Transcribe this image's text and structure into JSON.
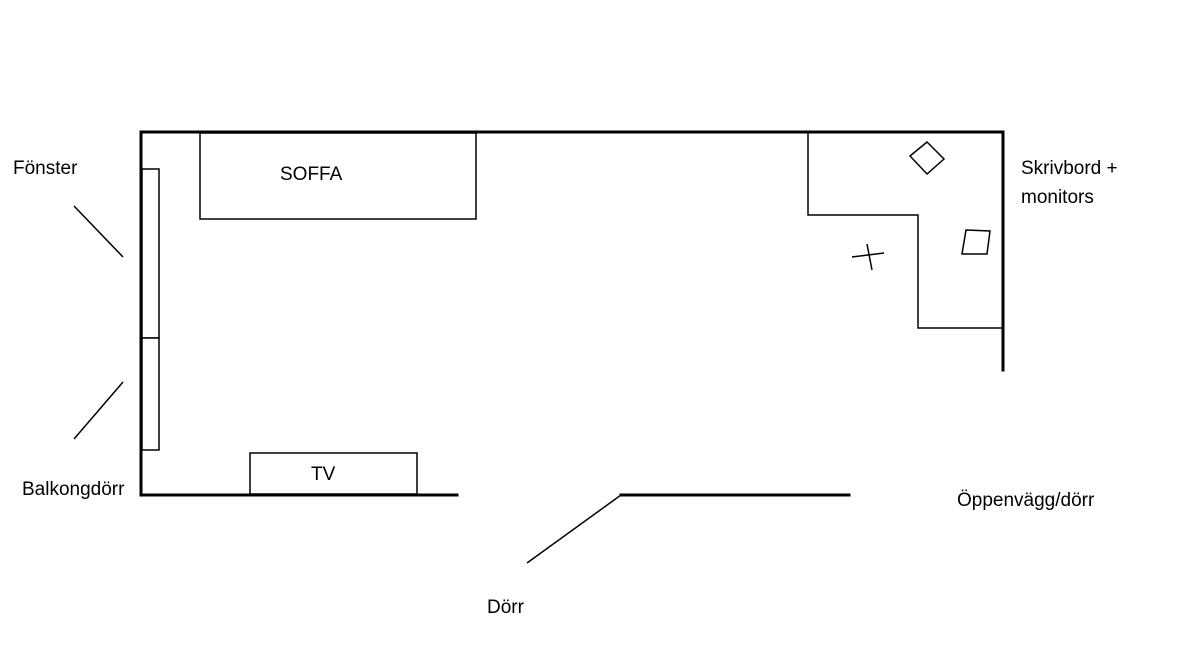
{
  "labels": {
    "window": "Fönster",
    "balcony_door": "Balkongdörr",
    "sofa": "SOFFA",
    "tv": "TV",
    "desk_line1": "Skrivbord +",
    "desk_line2": "monitors",
    "open_wall": "Öppenvägg/dörr",
    "door": "Dörr"
  },
  "colors": {
    "stroke": "#000000",
    "background": "#ffffff"
  }
}
